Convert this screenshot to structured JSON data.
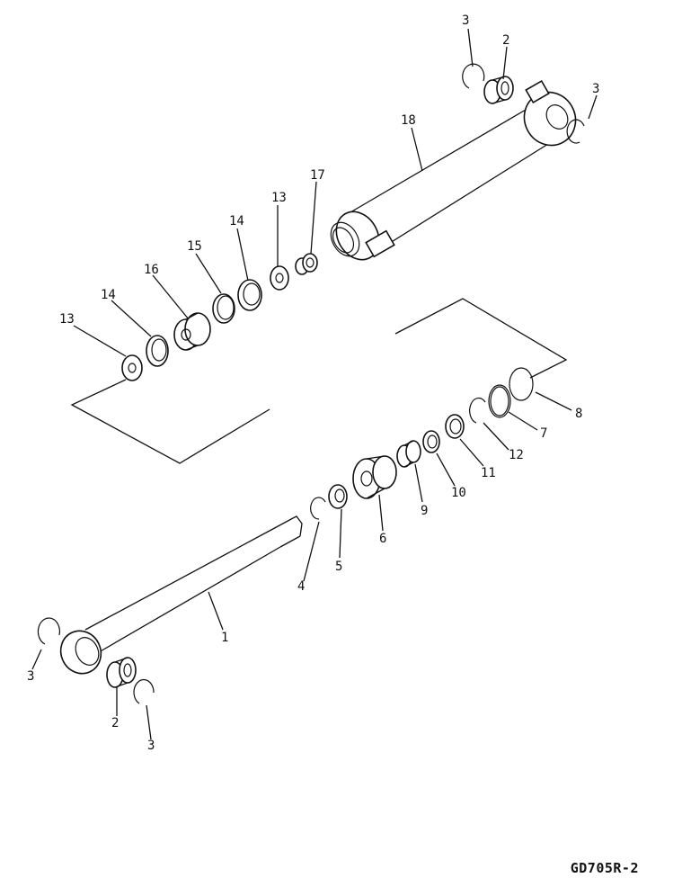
{
  "drawing_code": "GD705R-2",
  "callouts": {
    "c1": "1",
    "c2_top": "2",
    "c2_bottom": "2",
    "c3_top_left": "3",
    "c3_top_right": "3",
    "c3_bottom_left": "3",
    "c3_bottom_right": "3",
    "c4": "4",
    "c5": "5",
    "c6": "6",
    "c7": "7",
    "c8": "8",
    "c9": "9",
    "c10": "10",
    "c11": "11",
    "c12": "12",
    "c13_left": "13",
    "c13_right": "13",
    "c14_left": "14",
    "c14_right": "14",
    "c15": "15",
    "c16": "16",
    "c17": "17",
    "c18": "18"
  }
}
